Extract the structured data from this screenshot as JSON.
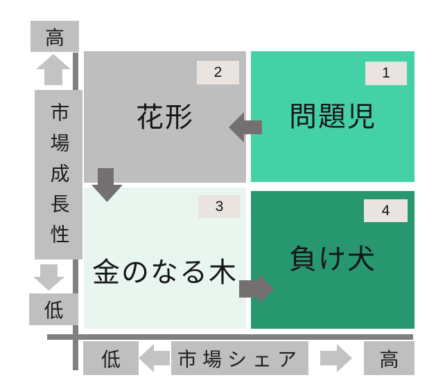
{
  "diagram": {
    "type": "bcg-growth-share-matrix"
  },
  "colors": {
    "quadrant_star": "#bebebe",
    "quadrant_problem_child": "#45d1a6",
    "quadrant_cash_cow": "#e9f5ef",
    "quadrant_dog": "#26976f",
    "badge_bg": "#eae4e0",
    "flow_arrow": "#747070",
    "axis_line": "#808080",
    "axis_box_bg": "#bfbfbf",
    "axis_arrow": "#c3c3c3",
    "text": "#1c1c1c"
  },
  "quadrants": {
    "problem_child": {
      "label": "問題児",
      "badge": "1"
    },
    "star": {
      "label": "花形",
      "badge": "2"
    },
    "cash_cow": {
      "label": "金のなる木",
      "badge": "3"
    },
    "dog": {
      "label": "負け犬",
      "badge": "4"
    }
  },
  "axes": {
    "y": {
      "title": "市場成長性",
      "high": "高",
      "low": "低"
    },
    "x": {
      "title": "市場シェア",
      "low": "低",
      "high": "高"
    }
  }
}
